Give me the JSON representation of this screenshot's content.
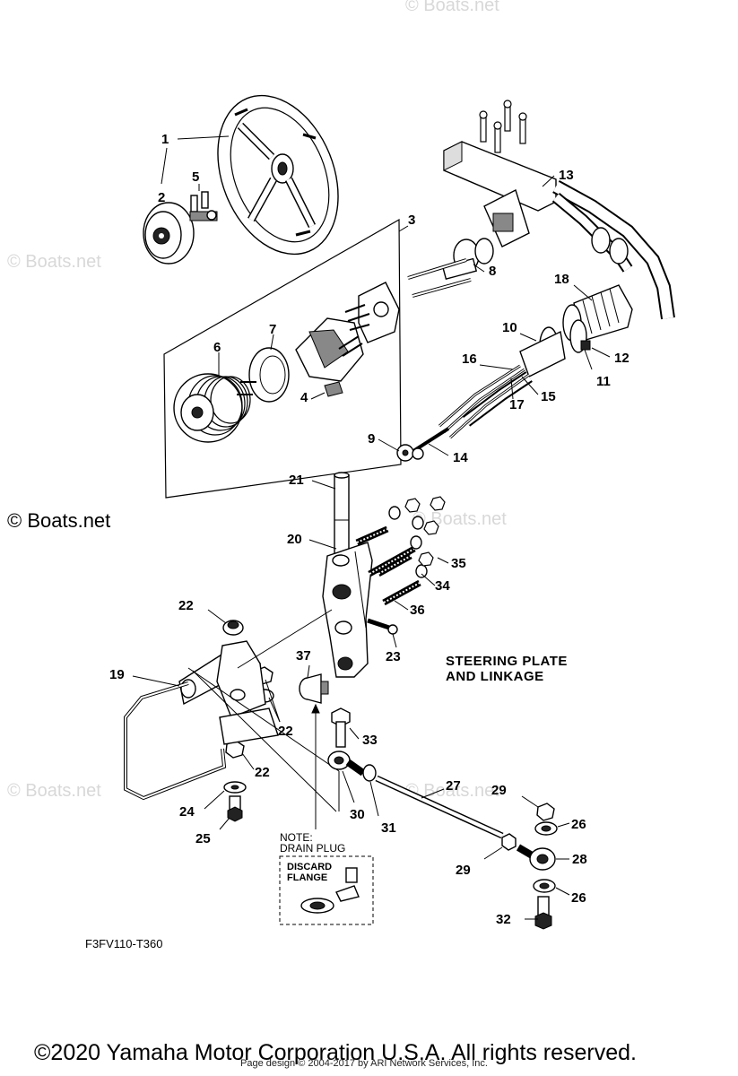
{
  "watermarks": {
    "main": "© Boats.net",
    "faint": [
      "© Boats.net",
      "© Boats.net",
      "© Boats.net",
      "© Boats.net",
      "© Boats.net"
    ]
  },
  "diagram": {
    "title_line1": "STEERING PLATE",
    "title_line2": "AND LINKAGE",
    "diagram_code": "F3FV110-T360",
    "note": {
      "label": "NOTE:",
      "line2": "DRAIN PLUG",
      "inset_line1": "DISCARD",
      "inset_line2": "FLANGE"
    },
    "callouts": [
      {
        "id": "c1",
        "text": "1"
      },
      {
        "id": "c2",
        "text": "2"
      },
      {
        "id": "c3",
        "text": "3"
      },
      {
        "id": "c4",
        "text": "4"
      },
      {
        "id": "c5",
        "text": "5"
      },
      {
        "id": "c6",
        "text": "6"
      },
      {
        "id": "c7",
        "text": "7"
      },
      {
        "id": "c8",
        "text": "8"
      },
      {
        "id": "c9",
        "text": "9"
      },
      {
        "id": "c10",
        "text": "10"
      },
      {
        "id": "c11",
        "text": "11"
      },
      {
        "id": "c12",
        "text": "12"
      },
      {
        "id": "c13",
        "text": "13"
      },
      {
        "id": "c14",
        "text": "14"
      },
      {
        "id": "c15",
        "text": "15"
      },
      {
        "id": "c16",
        "text": "16"
      },
      {
        "id": "c17",
        "text": "17"
      },
      {
        "id": "c18",
        "text": "18"
      },
      {
        "id": "c19",
        "text": "19"
      },
      {
        "id": "c20",
        "text": "20"
      },
      {
        "id": "c21",
        "text": "21"
      },
      {
        "id": "c22a",
        "text": "22"
      },
      {
        "id": "c22b",
        "text": "22"
      },
      {
        "id": "c22c",
        "text": "22"
      },
      {
        "id": "c23",
        "text": "23"
      },
      {
        "id": "c24",
        "text": "24"
      },
      {
        "id": "c25",
        "text": "25"
      },
      {
        "id": "c26a",
        "text": "26"
      },
      {
        "id": "c26b",
        "text": "26"
      },
      {
        "id": "c27",
        "text": "27"
      },
      {
        "id": "c28",
        "text": "28"
      },
      {
        "id": "c29a",
        "text": "29"
      },
      {
        "id": "c29b",
        "text": "29"
      },
      {
        "id": "c30",
        "text": "30"
      },
      {
        "id": "c31",
        "text": "31"
      },
      {
        "id": "c32",
        "text": "32"
      },
      {
        "id": "c33",
        "text": "33"
      },
      {
        "id": "c34",
        "text": "34"
      },
      {
        "id": "c35",
        "text": "35"
      },
      {
        "id": "c36",
        "text": "36"
      },
      {
        "id": "c37",
        "text": "37"
      }
    ]
  },
  "footer": {
    "copyright": "©2020 Yamaha Motor Corporation U.S.A. All rights reserved.",
    "page_design": "Page design © 2004-2017 by ARI Network Services, Inc."
  }
}
